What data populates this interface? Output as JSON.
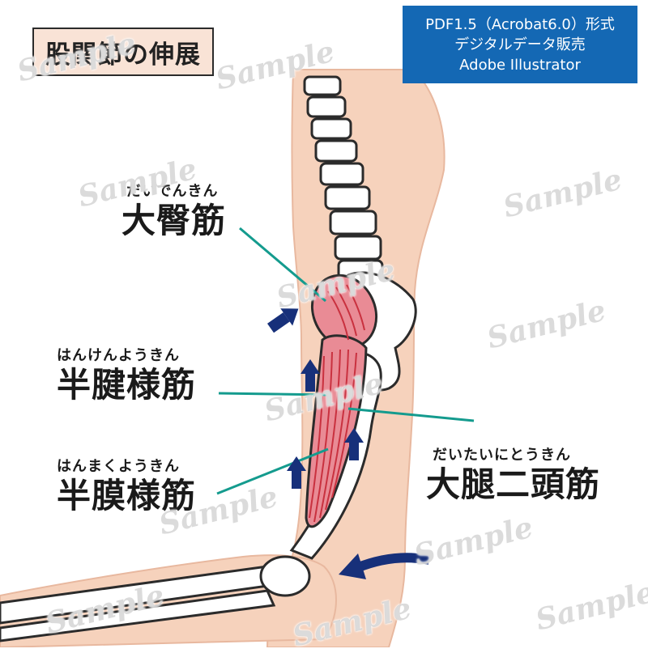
{
  "title": "股関節の伸展",
  "info_box": {
    "line1": "PDF1.5（Acrobat6.0）形式",
    "line2": "デジタルデータ販売",
    "line3": "Adobe Illustrator"
  },
  "labels": {
    "gluteus_maximus": {
      "ruby": "だいでんきん",
      "name": "大臀筋"
    },
    "semitendinosus": {
      "ruby": "はんけんようきん",
      "name": "半腱様筋"
    },
    "semimembranosus": {
      "ruby": "はんまくようきん",
      "name": "半膜様筋"
    },
    "biceps_femoris": {
      "ruby": "だいたいにとうきん",
      "name": "大腿二頭筋"
    }
  },
  "watermark_text": "Sample",
  "colors": {
    "skin": "#f6d2bc",
    "muscle": "#e98b95",
    "muscle_stripe": "#c9313f",
    "leader_line": "#149b8e",
    "arrow": "#17307a",
    "title_bg": "#f9e3d6",
    "info_bg": "#1468b4"
  }
}
